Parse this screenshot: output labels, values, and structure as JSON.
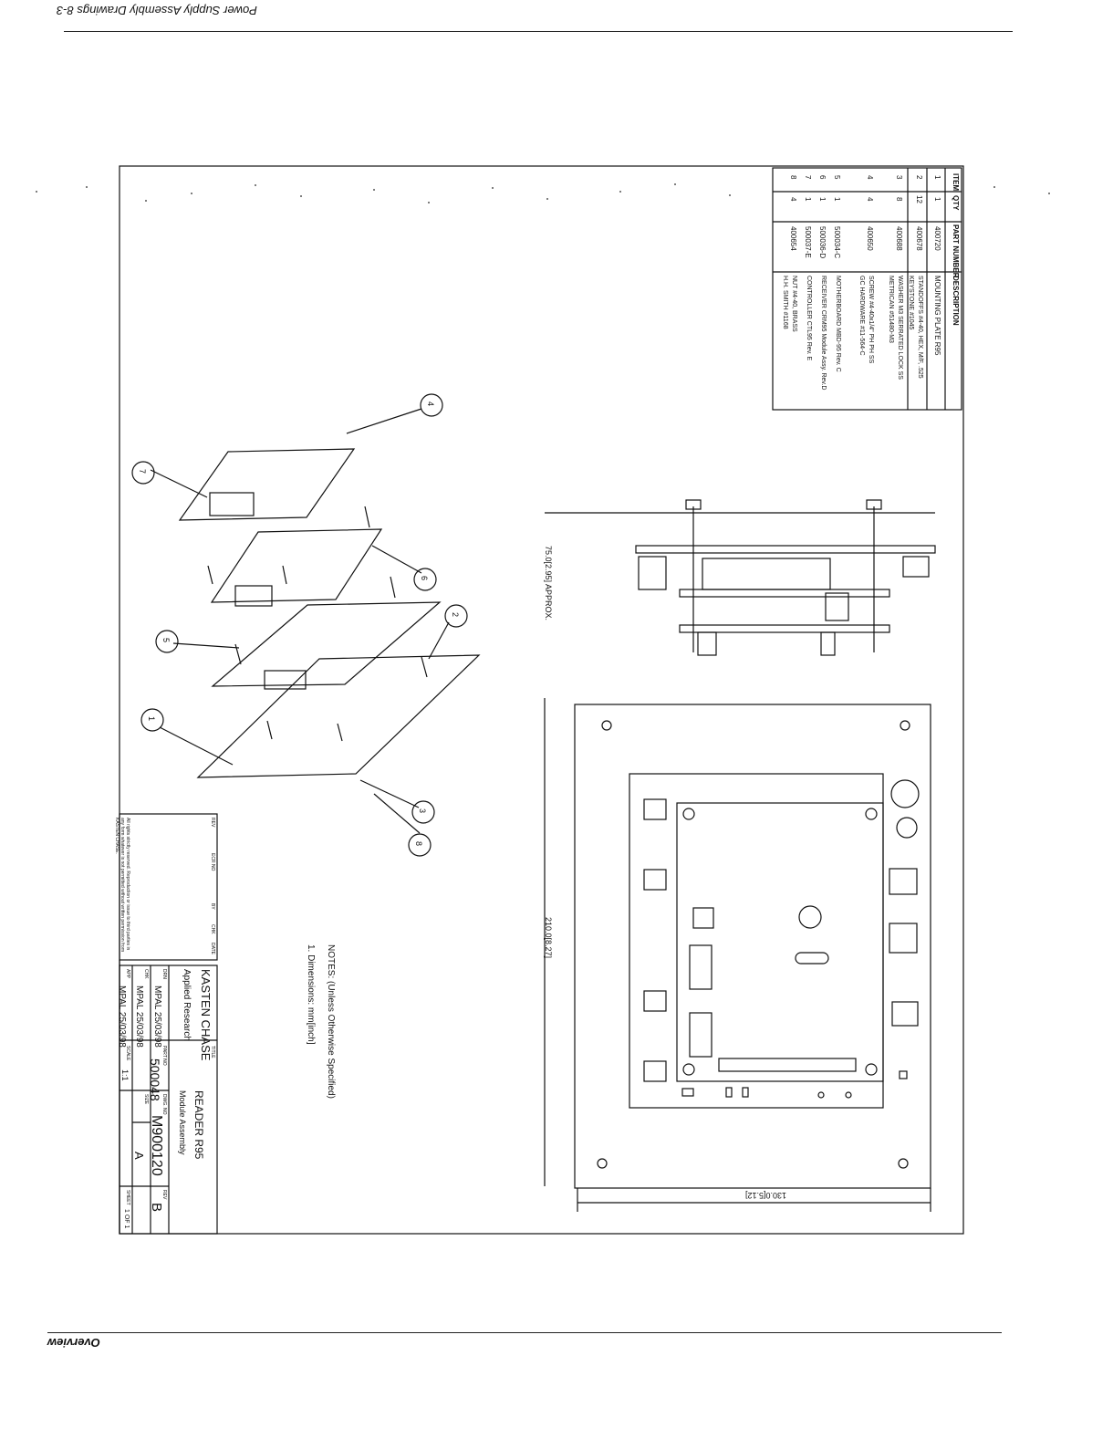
{
  "header": {
    "title": "Power Supply Assembly Drawings 8-3"
  },
  "footer": {
    "section": "Overview"
  },
  "bom": {
    "headers": {
      "item": "ITEM",
      "qty": "QTY",
      "part": "PART NUMBER",
      "desc": "DESCRIPTION"
    },
    "rows": [
      {
        "item": "1",
        "qty": "1",
        "part": "400720",
        "desc": "MOUNTING PLATE R95"
      },
      {
        "item": "2",
        "qty": "12",
        "part": "400678",
        "desc": "STANDOFFS #4-40, HEX, M/F, .525",
        "desc2": "KEYSTONE #1045"
      },
      {
        "item": "3",
        "qty": "8",
        "part": "400688",
        "desc": "WASHER M3 SERRATED LOCK SS",
        "desc2": "METRICAN #51480-M3"
      },
      {
        "item": "4",
        "qty": "4",
        "part": "400650",
        "desc": "SCREW #4-40x1/4\" PH PH SS",
        "desc2": "GC HARDWARE #11-564-C"
      },
      {
        "item": "5",
        "qty": "1",
        "part": "500034-C",
        "desc": "MOTHERBOARD MBD-95 Rev. C"
      },
      {
        "item": "6",
        "qty": "1",
        "part": "500036-D",
        "desc": "RECEIVER CRM95 Module Assy. Rev.D"
      },
      {
        "item": "7",
        "qty": "1",
        "part": "500037-E",
        "desc": "CONTROLLER CTL95 Rev. E"
      },
      {
        "item": "8",
        "qty": "4",
        "part": "400654",
        "desc": "NUT #4-40, BRASS",
        "desc2": "H.H. SMITH #1168"
      }
    ]
  },
  "callouts": [
    "1",
    "2",
    "3",
    "4",
    "5",
    "6",
    "7",
    "8"
  ],
  "dimensions": {
    "height": "75.0[2.95] APPROX.",
    "length": "210.0[8.27]",
    "width": "130.0[5.12]"
  },
  "notes": {
    "title": "NOTES: (Unless Otherwise Specified)",
    "line1": "1. Dimensions: mm[inch]"
  },
  "title_block": {
    "company": "KASTEN CHASE",
    "division": "Applied Research",
    "title_label": "TITLE",
    "title": "READER R95",
    "subtitle": "Module Assembly",
    "drn_label": "DRN",
    "drn": "MPAL 25/03/98",
    "chk_label": "CHK",
    "chk": "MPAL 25/03/98",
    "app_label": "APP",
    "app": "MPAL 25/03/98",
    "part_no_label": "PART NO",
    "part_no": "500048",
    "dwg_no_label": "DWG. NO",
    "dwg_no": "M900120",
    "rev_label": "REV",
    "rev": "B",
    "scale_label": "SCALE",
    "scale": "1:1",
    "size_label": "SIZE",
    "size": "A",
    "sheet_label": "SHEET",
    "sheet": "1 OF 1",
    "rev_headers": {
      "rev": "REV",
      "ecr": "ECR NO",
      "by": "BY",
      "chk": "CHK",
      "date": "DATE"
    },
    "rights": "All rights strictly reserved. Reproduction or issue to third parties in any form whatever is not permitted without written permission from KASTEN CHASE."
  }
}
